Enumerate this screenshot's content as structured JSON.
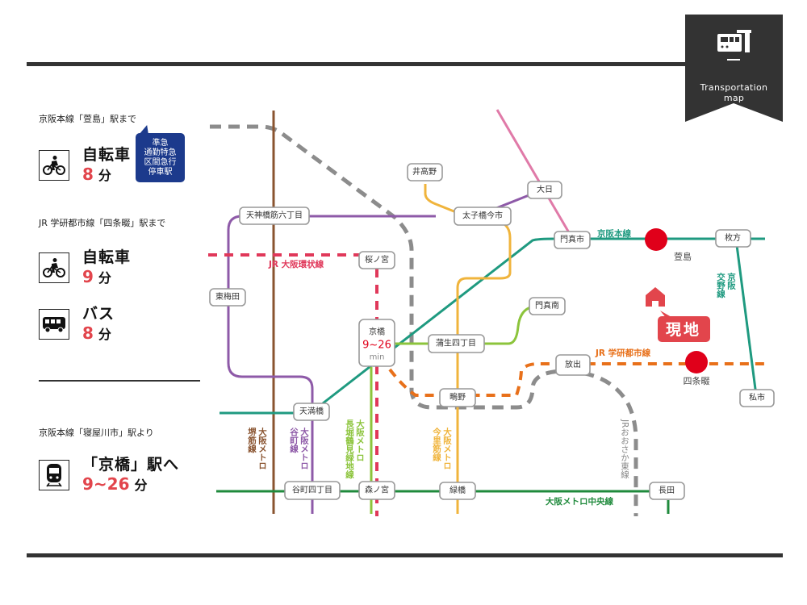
{
  "badge": {
    "title_line1": "Transportation",
    "title_line2": "map",
    "icon": "train-station-icon"
  },
  "access": [
    {
      "heading": "京阪本線「萱島」駅まで",
      "modes": [
        {
          "icon": "bicycle-icon",
          "label": "自転車",
          "time": "8",
          "unit": "分"
        }
      ],
      "callout": [
        "準急",
        "通勤特急",
        "区間急行",
        "停車駅"
      ]
    },
    {
      "heading": "JR 学研都市線「四条畷」駅まで",
      "modes": [
        {
          "icon": "bicycle-icon",
          "label": "自転車",
          "time": "9",
          "unit": "分"
        },
        {
          "icon": "bus-icon",
          "label": "バス",
          "time": "8",
          "unit": "分"
        }
      ]
    },
    {
      "heading": "京阪本線「寝屋川市」駅より",
      "modes": [
        {
          "icon": "train-icon",
          "label": "「京橋」駅へ",
          "time": "9~26",
          "unit": "分"
        }
      ]
    }
  ],
  "map": {
    "colors": {
      "keihan": "#1f9a80",
      "jr_loop": "#e0385a",
      "jr_gakken": "#e8701a",
      "jr_higashi": "#8c8c8c",
      "sakaisuji": "#8a5430",
      "tanimachi": "#8e5aa8",
      "nagahori": "#8cc43c",
      "imazatosuji": "#f0b43c",
      "chuo": "#1f8a3c",
      "pink": "#e07aa8",
      "site": "#e2454c",
      "marker": "#e0001a"
    },
    "stations": {
      "tenjinbashi": "天神橋筋六丁目",
      "igano": "井高野",
      "dainichi": "大日",
      "taishibashi": "太子橋今市",
      "kadomashi": "門真市",
      "hirakata": "枚方",
      "sakuranomiya": "桜ノ宮",
      "higashiumeda": "東梅田",
      "kyobashi": "京橋",
      "kyobashi_time": "9~26",
      "kyobashi_unit": "min",
      "gamo": "蒲生四丁目",
      "kadomaminami": "門真南",
      "hanaten": "放出",
      "shijonawate": "四条畷",
      "kayashima": "萱島",
      "kisaichi": "私市",
      "shigino": "鴫野",
      "temmabashi": "天満橋",
      "tanimachi4": "谷町四丁目",
      "morinomiya": "森ノ宮",
      "midoribashi": "緑橋",
      "nagata": "長田"
    },
    "line_labels": {
      "keihan_main": "京阪本線",
      "jr_loop": "JR 大阪環状線",
      "jr_gakken": "JR 学研都市線",
      "chuo": "大阪メトロ中央線",
      "katano": [
        "京阪",
        "交野線"
      ],
      "sakaisuji": [
        "大阪メトロ",
        "堺筋線"
      ],
      "tanimachi": [
        "大阪メトロ",
        "谷町線"
      ],
      "nagahori": [
        "大阪メトロ",
        "長堀鶴見緑地線"
      ],
      "imazatosuji": [
        "大阪メトロ",
        "今里筋線"
      ],
      "jr_higashi": [
        "JRおおさか東線"
      ]
    },
    "site_label": "現地"
  }
}
